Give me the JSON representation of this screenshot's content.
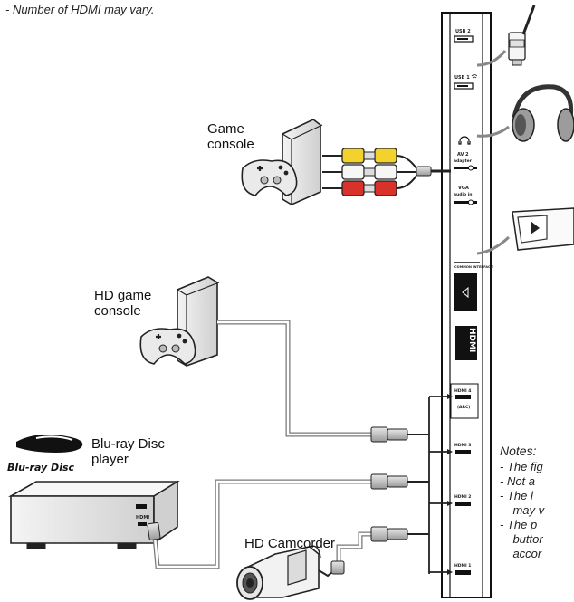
{
  "top_note": "-  Number of HDMI may vary.",
  "devices": {
    "game_console": "Game console",
    "hd_game_console": "HD game console",
    "bluray_player": "Blu-ray Disc player",
    "bluray_logo_text": "Blu-ray Disc",
    "camcorder": "HD Camcorder"
  },
  "panel": {
    "usb2": "USB 2",
    "usb1": "USB 1",
    "av2": "AV 2",
    "av2_sub": "adapter",
    "vga": "VGA",
    "vga_sub": "audio in",
    "common_interface": "COMMON INTERFACE",
    "hdmi_logo": "HDMI",
    "hdmi4": "HDMI 4",
    "hdmi4_sub": "(ARC)",
    "hdmi3": "HDMI 3",
    "hdmi2": "HDMI 2",
    "hdmi1": "HDMI 1"
  },
  "player_panel_label": "HDMI",
  "notes": {
    "heading": "Notes:",
    "lines": [
      "- The fig",
      "-   Not a",
      "-   The l",
      "    may v",
      "-   The p",
      "    buttor",
      "    accor"
    ]
  }
}
